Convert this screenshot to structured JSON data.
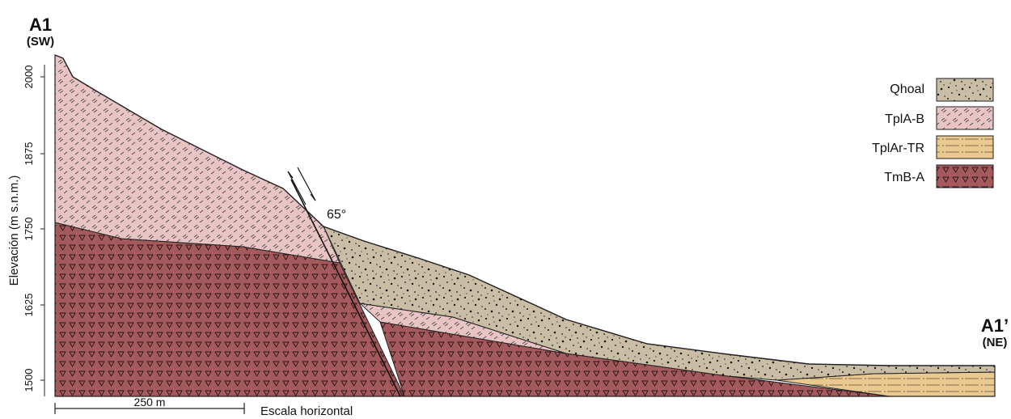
{
  "section": {
    "left_label": "A1",
    "left_direction": "(SW)",
    "right_label": "A1’",
    "right_direction": "(NE)"
  },
  "elevation_axis": {
    "label": "Elevación (m s.n.m.)",
    "ticks": [
      "2000",
      "1875",
      "1750",
      "1625",
      "1500"
    ]
  },
  "fault": {
    "dip_label": "65°"
  },
  "scale_bar": {
    "value_label": "250 m",
    "caption": "Escala horizontal"
  },
  "legend": [
    {
      "label": "Qhoal",
      "pattern": "gravel-dots",
      "color": "#c9bda6"
    },
    {
      "label": "TplA-B",
      "pattern": "hash-marks",
      "color": "#e8c4c5"
    },
    {
      "label": "TplAr-TR",
      "pattern": "dash-dot-lines",
      "color": "#e9c98f"
    },
    {
      "label": "TmB-A",
      "pattern": "triangles",
      "color": "#a45a5c"
    }
  ]
}
